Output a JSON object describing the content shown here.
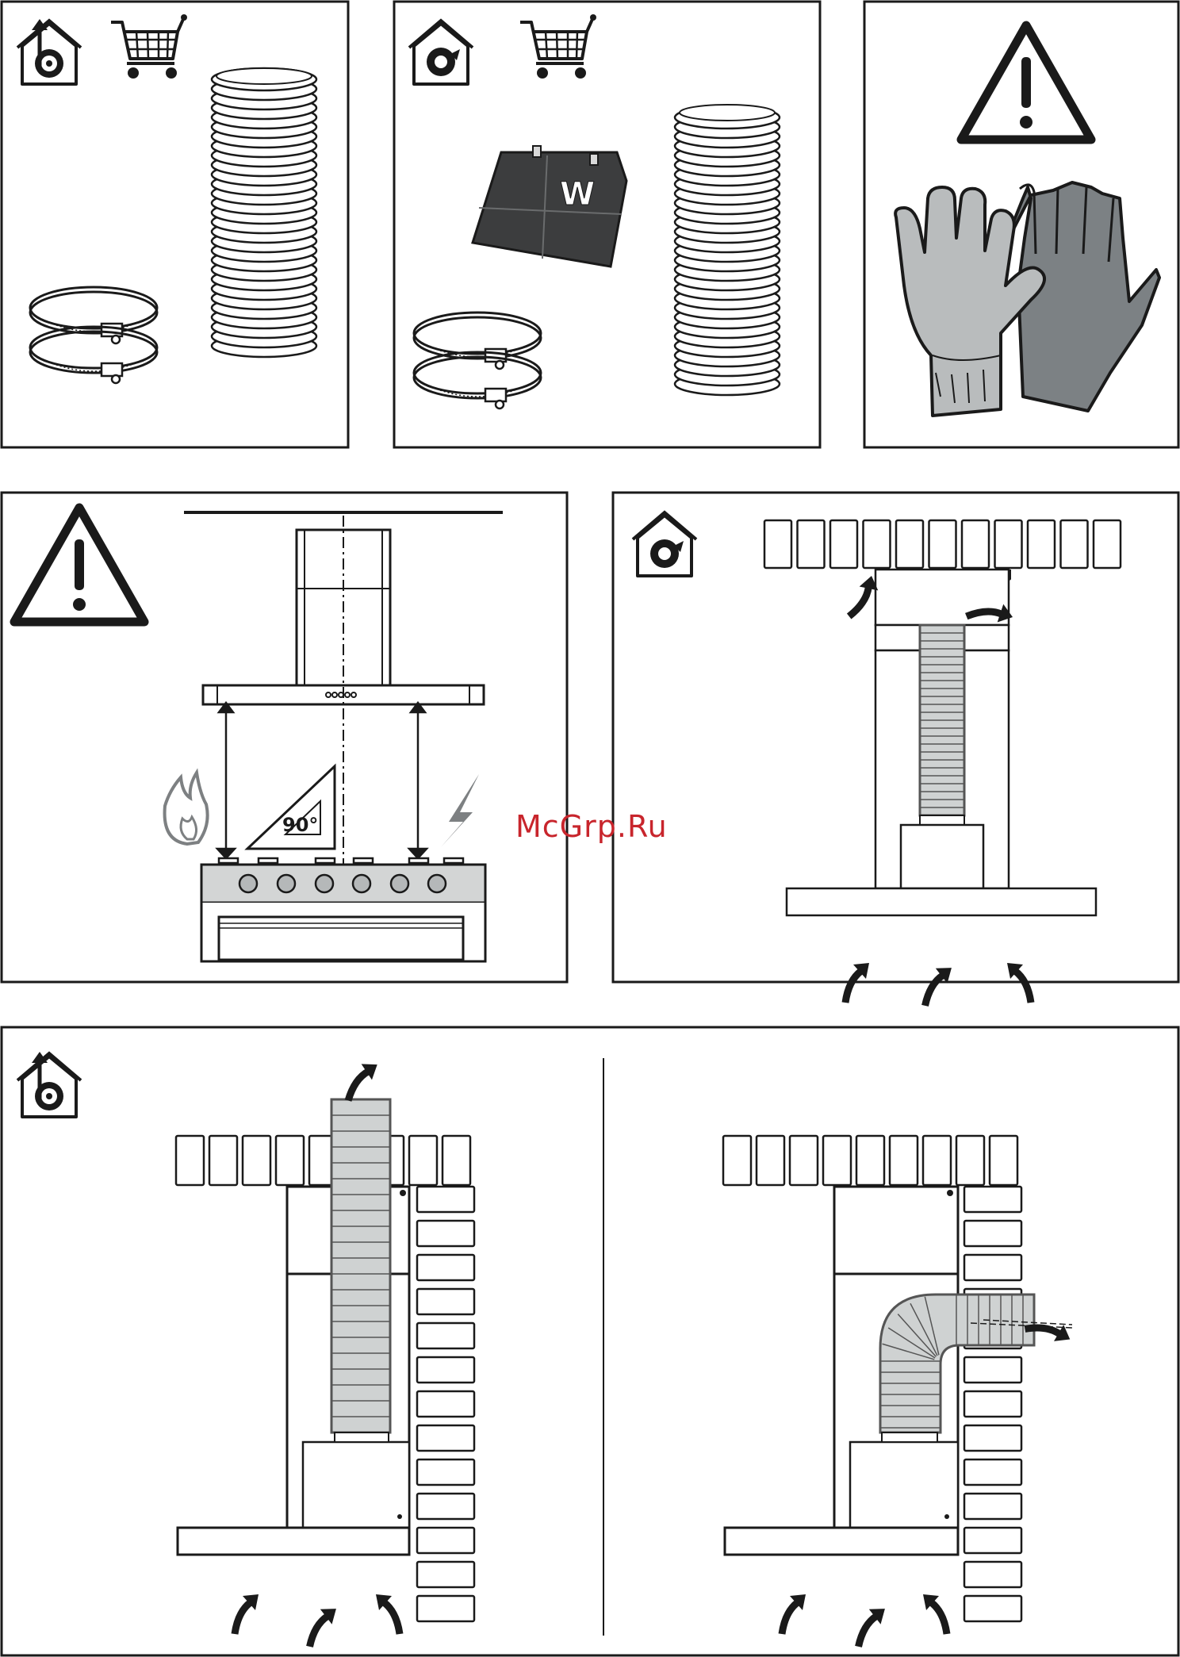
{
  "panels": [
    {
      "id": "exhaust-kit",
      "icons": [
        "exhaust-mode-icon",
        "shopping-cart-icon"
      ],
      "items": [
        "flexible-duct",
        "hose-clamps"
      ]
    },
    {
      "id": "recirculation-kit",
      "icons": [
        "recirculation-mode-icon",
        "shopping-cart-icon"
      ],
      "items": [
        "charcoal-filter",
        "flexible-duct",
        "hose-clamps"
      ],
      "filter_mark": "W"
    },
    {
      "id": "safety-gloves",
      "icons": [
        "warning-icon"
      ],
      "items": [
        "work-gloves"
      ]
    },
    {
      "id": "height-check",
      "icons": [
        "warning-icon",
        "flame-icon",
        "lightning-icon"
      ],
      "angle_label": "90°"
    },
    {
      "id": "recirculation-install",
      "icons": [
        "recirculation-mode-icon"
      ]
    },
    {
      "id": "exhaust-install",
      "icons": [
        "exhaust-mode-icon"
      ],
      "variants": [
        "vertical-duct",
        "rear-wall-duct"
      ]
    }
  ],
  "watermark": "McGrp.Ru",
  "colors": {
    "line": "#1a1a1a",
    "duct": "#cfd2d2",
    "filter": "#3c3d3e",
    "glove_light": "#b9bcbd",
    "glove_dark": "#7c8184",
    "hob": "#d3d5d5",
    "lightning": "#7d8082",
    "watermark": "#c8252c"
  }
}
